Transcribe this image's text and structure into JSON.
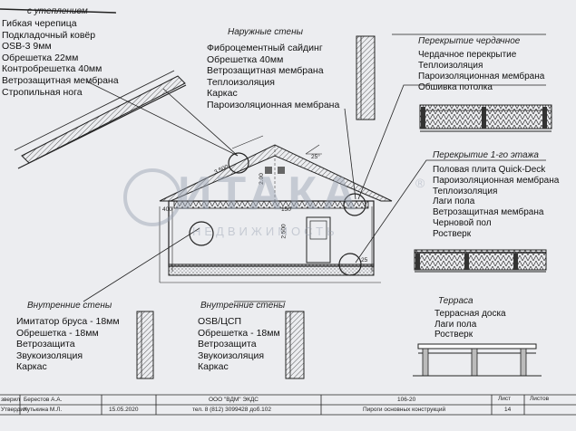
{
  "sections": {
    "roof": {
      "title": "с утеплением",
      "items": [
        "Гибкая черепица",
        "Подкладочный ковёр",
        "OSB-3 9мм",
        "Обрешетка 22мм",
        "Контробрешетка 40мм",
        "Ветрозащитная мембрана",
        "Стропильная нога"
      ]
    },
    "outer_walls": {
      "title": "Наружные стены",
      "items": [
        "Фиброцементный сайдинг",
        "Обрешетка 40мм",
        "Ветрозащитная мембрана",
        "Теплоизоляция",
        "Каркас",
        "Пароизоляционная мембрана"
      ]
    },
    "attic_floor": {
      "title": "Перекрытие чердачное",
      "items": [
        "Чердачное перекрытие",
        "Теплоизоляция",
        "Пароизоляционная мембрана",
        "Обшивка потолка"
      ]
    },
    "first_floor": {
      "title": "Перекрытие 1-го этажа",
      "items": [
        "Половая плита Quick-Deck",
        "Пароизоляционная мембрана",
        "Теплоизоляция",
        "Лаги пола",
        "Ветрозащитная мембрана",
        "Черновой пол",
        "Ростверк"
      ]
    },
    "inner_walls_1": {
      "title": "Внутренние стены",
      "items": [
        "Имитатор бруса - 18мм",
        "Обрешетка - 18мм",
        "Ветрозащита",
        "Звукоизоляция",
        "Каркас"
      ]
    },
    "inner_walls_2": {
      "title": "Внутренние стены",
      "items": [
        "OSB/ЦСП",
        "Обрешетка - 18мм",
        "Ветрозащита",
        "Звукоизоляция",
        "Каркас"
      ]
    },
    "terrace": {
      "title": "Терраса",
      "items": [
        "Террасная доска",
        "Лаги пола",
        "Ростверк"
      ]
    }
  },
  "dimensions": {
    "roof_len": "3.500",
    "ridge_h": "2.00",
    "angle": "25°",
    "eave": "400",
    "wall_h": "2.500",
    "dim_150": "150",
    "dim_25": "25"
  },
  "watermark": {
    "brand": "ИТАКА",
    "sub": "НЕДВИЖИМОСТЬ",
    "reg": "®"
  },
  "title_block": {
    "row1": {
      "role": "зверил",
      "name": "Берестов А.А.",
      "company": "ООО \"ВДМ\" ЭКДС",
      "code": "106-20",
      "sheet_hdr": "Лист",
      "sheets_hdr": "Листов"
    },
    "row2": {
      "role": "Утвердил",
      "name": "Кутькина М.Л.",
      "date": "15.05.2020",
      "phone": "тел. 8 (812) 3099428 доб.102",
      "desc": "Пироги основных конструкций",
      "sheet_no": "14"
    }
  },
  "colors": {
    "paper": "#ecedf0",
    "ink": "#111111",
    "watermark": "#96a0af"
  }
}
